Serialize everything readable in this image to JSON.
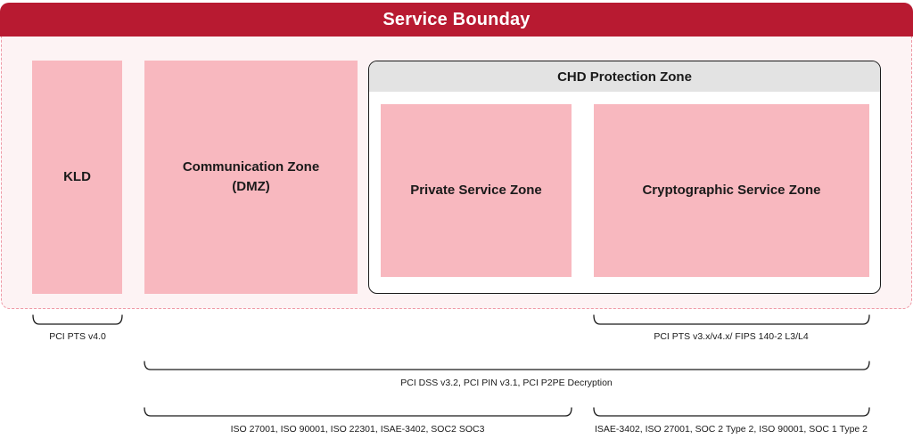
{
  "boundary": {
    "title": "Service Bounday"
  },
  "zones": {
    "kld": "KLD",
    "communication_line1": "Communication Zone",
    "communication_line2": "(DMZ)",
    "private": "Private Service Zone",
    "cryptographic": "Cryptographic Service Zone"
  },
  "chd_zone": {
    "title": "CHD Protection Zone"
  },
  "brackets": {
    "kld_compliance": "PCI PTS v4.0",
    "crypto_compliance": "PCI PTS v3.x/v4.x/ FIPS 140-2 L3/L4",
    "dss_compliance": "PCI DSS v3.2, PCI PIN v3.1, PCI P2PE Decryption",
    "iso_left_compliance": "ISO 27001, ISO 90001, ISO 22301, ISAE-3402, SOC2 SOC3",
    "iso_right_compliance": "ISAE-3402, ISO 27001, SOC 2 Type 2, ISO 90001, SOC 1 Type 2"
  },
  "colors": {
    "boundary_header": "#b81a31",
    "zone_fill": "#f8b8bf",
    "boundary_dash": "#ef9aa6",
    "chd_header": "#e3e3e3"
  }
}
